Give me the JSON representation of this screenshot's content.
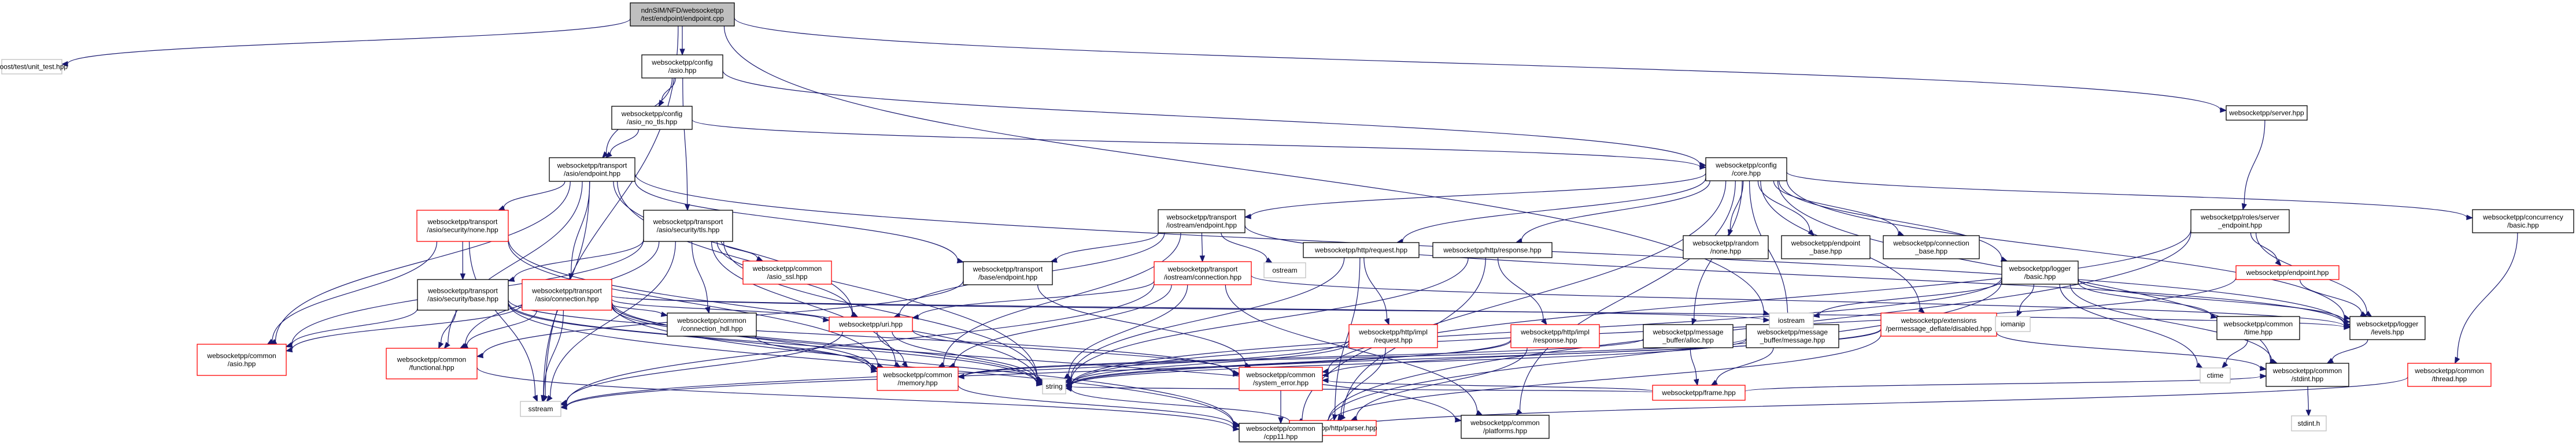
{
  "title": "Include dependency graph for endpoint.cpp",
  "colors": {
    "edge": "#191970",
    "root_fill": "#bfbfbf",
    "missing_border": "#ff0000",
    "system_border": "#bfbfbf",
    "normal_border": "#000000"
  },
  "nodes": [
    {
      "id": "root",
      "lines": [
        "ndnSIM/NFD/websocketpp",
        "/test/endpoint/endpoint.cpp"
      ],
      "kind": "root"
    },
    {
      "id": "boost_unit_test",
      "lines": [
        "boost/test/unit_test.hpp"
      ],
      "kind": "system"
    },
    {
      "id": "config_asio",
      "lines": [
        "websocketpp/config",
        "/asio.hpp"
      ],
      "kind": "normal"
    },
    {
      "id": "server",
      "lines": [
        "websocketpp/server.hpp"
      ],
      "kind": "normal"
    },
    {
      "id": "asio_no_tls",
      "lines": [
        "websocketpp/config",
        "/asio_no_tls.hpp"
      ],
      "kind": "normal"
    },
    {
      "id": "transport_asio_endpoint",
      "lines": [
        "websocketpp/transport",
        "/asio/endpoint.hpp"
      ],
      "kind": "normal"
    },
    {
      "id": "config_core",
      "lines": [
        "websocketpp/config",
        "/core.hpp"
      ],
      "kind": "normal"
    },
    {
      "id": "security_none",
      "lines": [
        "websocketpp/transport",
        "/asio/security/none.hpp"
      ],
      "kind": "missing"
    },
    {
      "id": "security_tls",
      "lines": [
        "websocketpp/transport",
        "/asio/security/tls.hpp"
      ],
      "kind": "normal"
    },
    {
      "id": "security_base",
      "lines": [
        "websocketpp/transport",
        "/asio/security/base.hpp"
      ],
      "kind": "normal"
    },
    {
      "id": "asio_connection",
      "lines": [
        "websocketpp/transport",
        "/asio/connection.hpp"
      ],
      "kind": "missing"
    },
    {
      "id": "asio_ssl",
      "lines": [
        "websocketpp/common",
        "/asio_ssl.hpp"
      ],
      "kind": "missing"
    },
    {
      "id": "common_asio",
      "lines": [
        "websocketpp/common",
        "/asio.hpp"
      ],
      "kind": "missing"
    },
    {
      "id": "functional",
      "lines": [
        "websocketpp/common",
        "/functional.hpp"
      ],
      "kind": "missing"
    },
    {
      "id": "connection_hdl",
      "lines": [
        "websocketpp/common",
        "/connection_hdl.hpp"
      ],
      "kind": "normal"
    },
    {
      "id": "uri",
      "lines": [
        "websocketpp/uri.hpp"
      ],
      "kind": "missing"
    },
    {
      "id": "base_endpoint",
      "lines": [
        "websocketpp/transport",
        "/base/endpoint.hpp"
      ],
      "kind": "normal"
    },
    {
      "id": "iostream_endpoint",
      "lines": [
        "websocketpp/transport",
        "/iostream/endpoint.hpp"
      ],
      "kind": "normal"
    },
    {
      "id": "iostream_connection",
      "lines": [
        "websocketpp/transport",
        "/iostream/connection.hpp"
      ],
      "kind": "missing"
    },
    {
      "id": "ostream",
      "lines": [
        "ostream"
      ],
      "kind": "system"
    },
    {
      "id": "http_request",
      "lines": [
        "websocketpp/http/request.hpp"
      ],
      "kind": "normal"
    },
    {
      "id": "http_response",
      "lines": [
        "websocketpp/http/response.hpp"
      ],
      "kind": "normal"
    },
    {
      "id": "impl_request",
      "lines": [
        "websocketpp/http/impl",
        "/request.hpp"
      ],
      "kind": "missing"
    },
    {
      "id": "impl_response",
      "lines": [
        "websocketpp/http/impl",
        "/response.hpp"
      ],
      "kind": "missing"
    },
    {
      "id": "http_parser",
      "lines": [
        "websocketpp/http/parser.hpp"
      ],
      "kind": "missing"
    },
    {
      "id": "platforms",
      "lines": [
        "websocketpp/common",
        "/platforms.hpp"
      ],
      "kind": "normal"
    },
    {
      "id": "random_none",
      "lines": [
        "websocketpp/random",
        "/none.hpp"
      ],
      "kind": "normal"
    },
    {
      "id": "endpoint_base",
      "lines": [
        "websocketpp/endpoint",
        "_base.hpp"
      ],
      "kind": "normal"
    },
    {
      "id": "connection_base",
      "lines": [
        "websocketpp/connection",
        "_base.hpp"
      ],
      "kind": "normal"
    },
    {
      "id": "message_alloc",
      "lines": [
        "websocketpp/message",
        "_buffer/alloc.hpp"
      ],
      "kind": "normal"
    },
    {
      "id": "message_message",
      "lines": [
        "websocketpp/message",
        "_buffer/message.hpp"
      ],
      "kind": "normal"
    },
    {
      "id": "frame",
      "lines": [
        "websocketpp/frame.hpp"
      ],
      "kind": "missing"
    },
    {
      "id": "iostream",
      "lines": [
        "iostream"
      ],
      "kind": "system"
    },
    {
      "id": "pmd_disabled",
      "lines": [
        "websocketpp/extensions",
        "/permessage_deflate/disabled.hpp"
      ],
      "kind": "missing"
    },
    {
      "id": "logger_basic",
      "lines": [
        "websocketpp/logger",
        "/basic.hpp"
      ],
      "kind": "normal"
    },
    {
      "id": "iomanip",
      "lines": [
        "iomanip"
      ],
      "kind": "system"
    },
    {
      "id": "common_time",
      "lines": [
        "websocketpp/common",
        "/time.hpp"
      ],
      "kind": "normal"
    },
    {
      "id": "logger_levels",
      "lines": [
        "websocketpp/logger",
        "/levels.hpp"
      ],
      "kind": "normal"
    },
    {
      "id": "roles_server",
      "lines": [
        "websocketpp/roles/server",
        "_endpoint.hpp"
      ],
      "kind": "normal"
    },
    {
      "id": "ws_endpoint",
      "lines": [
        "websocketpp/endpoint.hpp"
      ],
      "kind": "missing"
    },
    {
      "id": "concurrency_basic",
      "lines": [
        "websocketpp/concurrency",
        "/basic.hpp"
      ],
      "kind": "normal"
    },
    {
      "id": "common_thread",
      "lines": [
        "websocketpp/common",
        "/thread.hpp"
      ],
      "kind": "missing"
    },
    {
      "id": "common_stdint",
      "lines": [
        "websocketpp/common",
        "/stdint.hpp"
      ],
      "kind": "normal"
    },
    {
      "id": "ctime",
      "lines": [
        "ctime"
      ],
      "kind": "system"
    },
    {
      "id": "stdint_h",
      "lines": [
        "stdint.h"
      ],
      "kind": "system"
    },
    {
      "id": "memory",
      "lines": [
        "websocketpp/common",
        "/memory.hpp"
      ],
      "kind": "missing"
    },
    {
      "id": "string",
      "lines": [
        "string"
      ],
      "kind": "system"
    },
    {
      "id": "system_error",
      "lines": [
        "websocketpp/common",
        "/system_error.hpp"
      ],
      "kind": "missing"
    },
    {
      "id": "cpp11",
      "lines": [
        "websocketpp/common",
        "/cpp11.hpp"
      ],
      "kind": "normal"
    },
    {
      "id": "sstream",
      "lines": [
        "sstream"
      ],
      "kind": "system"
    }
  ],
  "edges": [
    [
      "root",
      "boost_unit_test"
    ],
    [
      "root",
      "config_asio"
    ],
    [
      "root",
      "server"
    ],
    [
      "root",
      "sstream"
    ],
    [
      "root",
      "iostream"
    ],
    [
      "config_asio",
      "asio_no_tls"
    ],
    [
      "config_asio",
      "transport_asio_endpoint"
    ],
    [
      "config_asio",
      "security_tls"
    ],
    [
      "config_asio",
      "config_core"
    ],
    [
      "asio_no_tls",
      "transport_asio_endpoint"
    ],
    [
      "asio_no_tls",
      "config_core"
    ],
    [
      "transport_asio_endpoint",
      "security_none"
    ],
    [
      "transport_asio_endpoint",
      "asio_connection"
    ],
    [
      "transport_asio_endpoint",
      "base_endpoint"
    ],
    [
      "transport_asio_endpoint",
      "common_asio"
    ],
    [
      "transport_asio_endpoint",
      "functional"
    ],
    [
      "transport_asio_endpoint",
      "uri"
    ],
    [
      "transport_asio_endpoint",
      "sstream"
    ],
    [
      "transport_asio_endpoint",
      "string"
    ],
    [
      "transport_asio_endpoint",
      "logger_levels"
    ],
    [
      "security_none",
      "security_base"
    ],
    [
      "security_none",
      "common_asio"
    ],
    [
      "security_none",
      "memory"
    ],
    [
      "security_none",
      "sstream"
    ],
    [
      "security_none",
      "string"
    ],
    [
      "security_tls",
      "security_base"
    ],
    [
      "security_tls",
      "asio_ssl"
    ],
    [
      "security_tls",
      "connection_hdl"
    ],
    [
      "security_tls",
      "common_asio"
    ],
    [
      "security_tls",
      "functional"
    ],
    [
      "security_tls",
      "memory"
    ],
    [
      "security_tls",
      "uri"
    ],
    [
      "security_tls",
      "sstream"
    ],
    [
      "security_tls",
      "string"
    ],
    [
      "security_base",
      "common_asio"
    ],
    [
      "security_base",
      "functional"
    ],
    [
      "security_base",
      "memory"
    ],
    [
      "security_base",
      "system_error"
    ],
    [
      "security_base",
      "cpp11"
    ],
    [
      "security_base",
      "string"
    ],
    [
      "asio_connection",
      "common_asio"
    ],
    [
      "asio_connection",
      "functional"
    ],
    [
      "asio_connection",
      "connection_hdl"
    ],
    [
      "asio_connection",
      "memory"
    ],
    [
      "asio_connection",
      "uri"
    ],
    [
      "asio_connection",
      "platforms"
    ],
    [
      "asio_connection",
      "cpp11"
    ],
    [
      "asio_connection",
      "sstream"
    ],
    [
      "asio_connection",
      "string"
    ],
    [
      "asio_connection",
      "logger_levels"
    ],
    [
      "asio_connection",
      "iostream"
    ],
    [
      "functional",
      "cpp11"
    ],
    [
      "connection_hdl",
      "memory"
    ],
    [
      "uri",
      "memory"
    ],
    [
      "uri",
      "string"
    ],
    [
      "uri",
      "sstream"
    ],
    [
      "uri",
      "system_error"
    ],
    [
      "base_endpoint",
      "functional"
    ],
    [
      "base_endpoint",
      "system_error"
    ],
    [
      "config_core",
      "iostream_endpoint"
    ],
    [
      "config_core",
      "http_request"
    ],
    [
      "config_core",
      "http_response"
    ],
    [
      "config_core",
      "random_none"
    ],
    [
      "config_core",
      "endpoint_base"
    ],
    [
      "config_core",
      "connection_base"
    ],
    [
      "config_core",
      "message_alloc"
    ],
    [
      "config_core",
      "message_message"
    ],
    [
      "config_core",
      "pmd_disabled"
    ],
    [
      "config_core",
      "logger_basic"
    ],
    [
      "config_core",
      "logger_levels"
    ],
    [
      "config_core",
      "concurrency_basic"
    ],
    [
      "config_core",
      "common_stdint"
    ],
    [
      "config_core",
      "platforms"
    ],
    [
      "config_core",
      "cpp11"
    ],
    [
      "iostream_endpoint",
      "base_endpoint"
    ],
    [
      "iostream_endpoint",
      "iostream_connection"
    ],
    [
      "iostream_endpoint",
      "ostream"
    ],
    [
      "iostream_endpoint",
      "uri"
    ],
    [
      "iostream_endpoint",
      "memory"
    ],
    [
      "iostream_endpoint",
      "logger_levels"
    ],
    [
      "iostream_connection",
      "uri"
    ],
    [
      "iostream_connection",
      "memory"
    ],
    [
      "iostream_connection",
      "platforms"
    ],
    [
      "iostream_connection",
      "string"
    ],
    [
      "iostream_connection",
      "sstream"
    ],
    [
      "iostream_connection",
      "logger_levels"
    ],
    [
      "http_request",
      "impl_request"
    ],
    [
      "http_request",
      "http_parser"
    ],
    [
      "http_request",
      "string"
    ],
    [
      "http_response",
      "impl_response"
    ],
    [
      "http_response",
      "http_parser"
    ],
    [
      "http_response",
      "string"
    ],
    [
      "impl_request",
      "http_parser"
    ],
    [
      "impl_request",
      "sstream"
    ],
    [
      "impl_request",
      "string"
    ],
    [
      "impl_response",
      "http_parser"
    ],
    [
      "impl_response",
      "sstream"
    ],
    [
      "impl_response",
      "string"
    ],
    [
      "http_parser",
      "string"
    ],
    [
      "message_alloc",
      "frame"
    ],
    [
      "message_alloc",
      "memory"
    ],
    [
      "message_message",
      "frame"
    ],
    [
      "message_message",
      "memory"
    ],
    [
      "message_message",
      "string"
    ],
    [
      "frame",
      "system_error"
    ],
    [
      "frame",
      "string"
    ],
    [
      "frame",
      "common_stdint"
    ],
    [
      "pmd_disabled",
      "system_error"
    ],
    [
      "pmd_disabled",
      "cpp11"
    ],
    [
      "pmd_disabled",
      "common_stdint"
    ],
    [
      "pmd_disabled",
      "string"
    ],
    [
      "logger_basic",
      "iomanip"
    ],
    [
      "logger_basic",
      "common_time"
    ],
    [
      "logger_basic",
      "logger_levels"
    ],
    [
      "logger_basic",
      "ctime"
    ],
    [
      "logger_basic",
      "string"
    ],
    [
      "logger_basic",
      "common_stdint"
    ],
    [
      "logger_basic",
      "cpp11"
    ],
    [
      "logger_basic",
      "iostream"
    ],
    [
      "common_time",
      "ctime"
    ],
    [
      "logger_levels",
      "common_stdint"
    ],
    [
      "server",
      "roles_server"
    ],
    [
      "roles_server",
      "ws_endpoint"
    ],
    [
      "roles_server",
      "logger_levels"
    ],
    [
      "roles_server",
      "cpp11"
    ],
    [
      "roles_server",
      "system_error"
    ],
    [
      "ws_endpoint",
      "logger_levels"
    ],
    [
      "ws_endpoint",
      "string"
    ],
    [
      "concurrency_basic",
      "common_thread"
    ],
    [
      "common_thread",
      "cpp11"
    ],
    [
      "common_stdint",
      "stdint_h"
    ],
    [
      "system_error",
      "cpp11"
    ],
    [
      "memory",
      "cpp11"
    ]
  ]
}
